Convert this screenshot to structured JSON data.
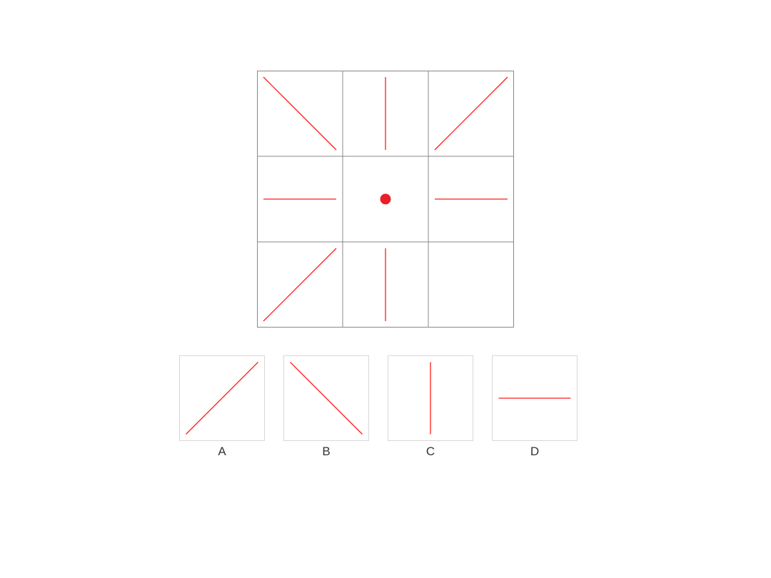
{
  "colors": {
    "stroke": "#ff1a1a",
    "dot": "#e8202a",
    "grid_line": "#888888",
    "option_border": "#d8d8d8",
    "label_text": "#333333"
  },
  "puzzle": {
    "rows": 3,
    "cols": 3,
    "cells": [
      "diagonal-down",
      "vertical",
      "diagonal-up",
      "horizontal",
      "dot",
      "horizontal",
      "diagonal-up",
      "vertical",
      "missing"
    ]
  },
  "options": [
    {
      "label": "A",
      "shape": "diagonal-up"
    },
    {
      "label": "B",
      "shape": "diagonal-down"
    },
    {
      "label": "C",
      "shape": "vertical"
    },
    {
      "label": "D",
      "shape": "horizontal"
    }
  ]
}
